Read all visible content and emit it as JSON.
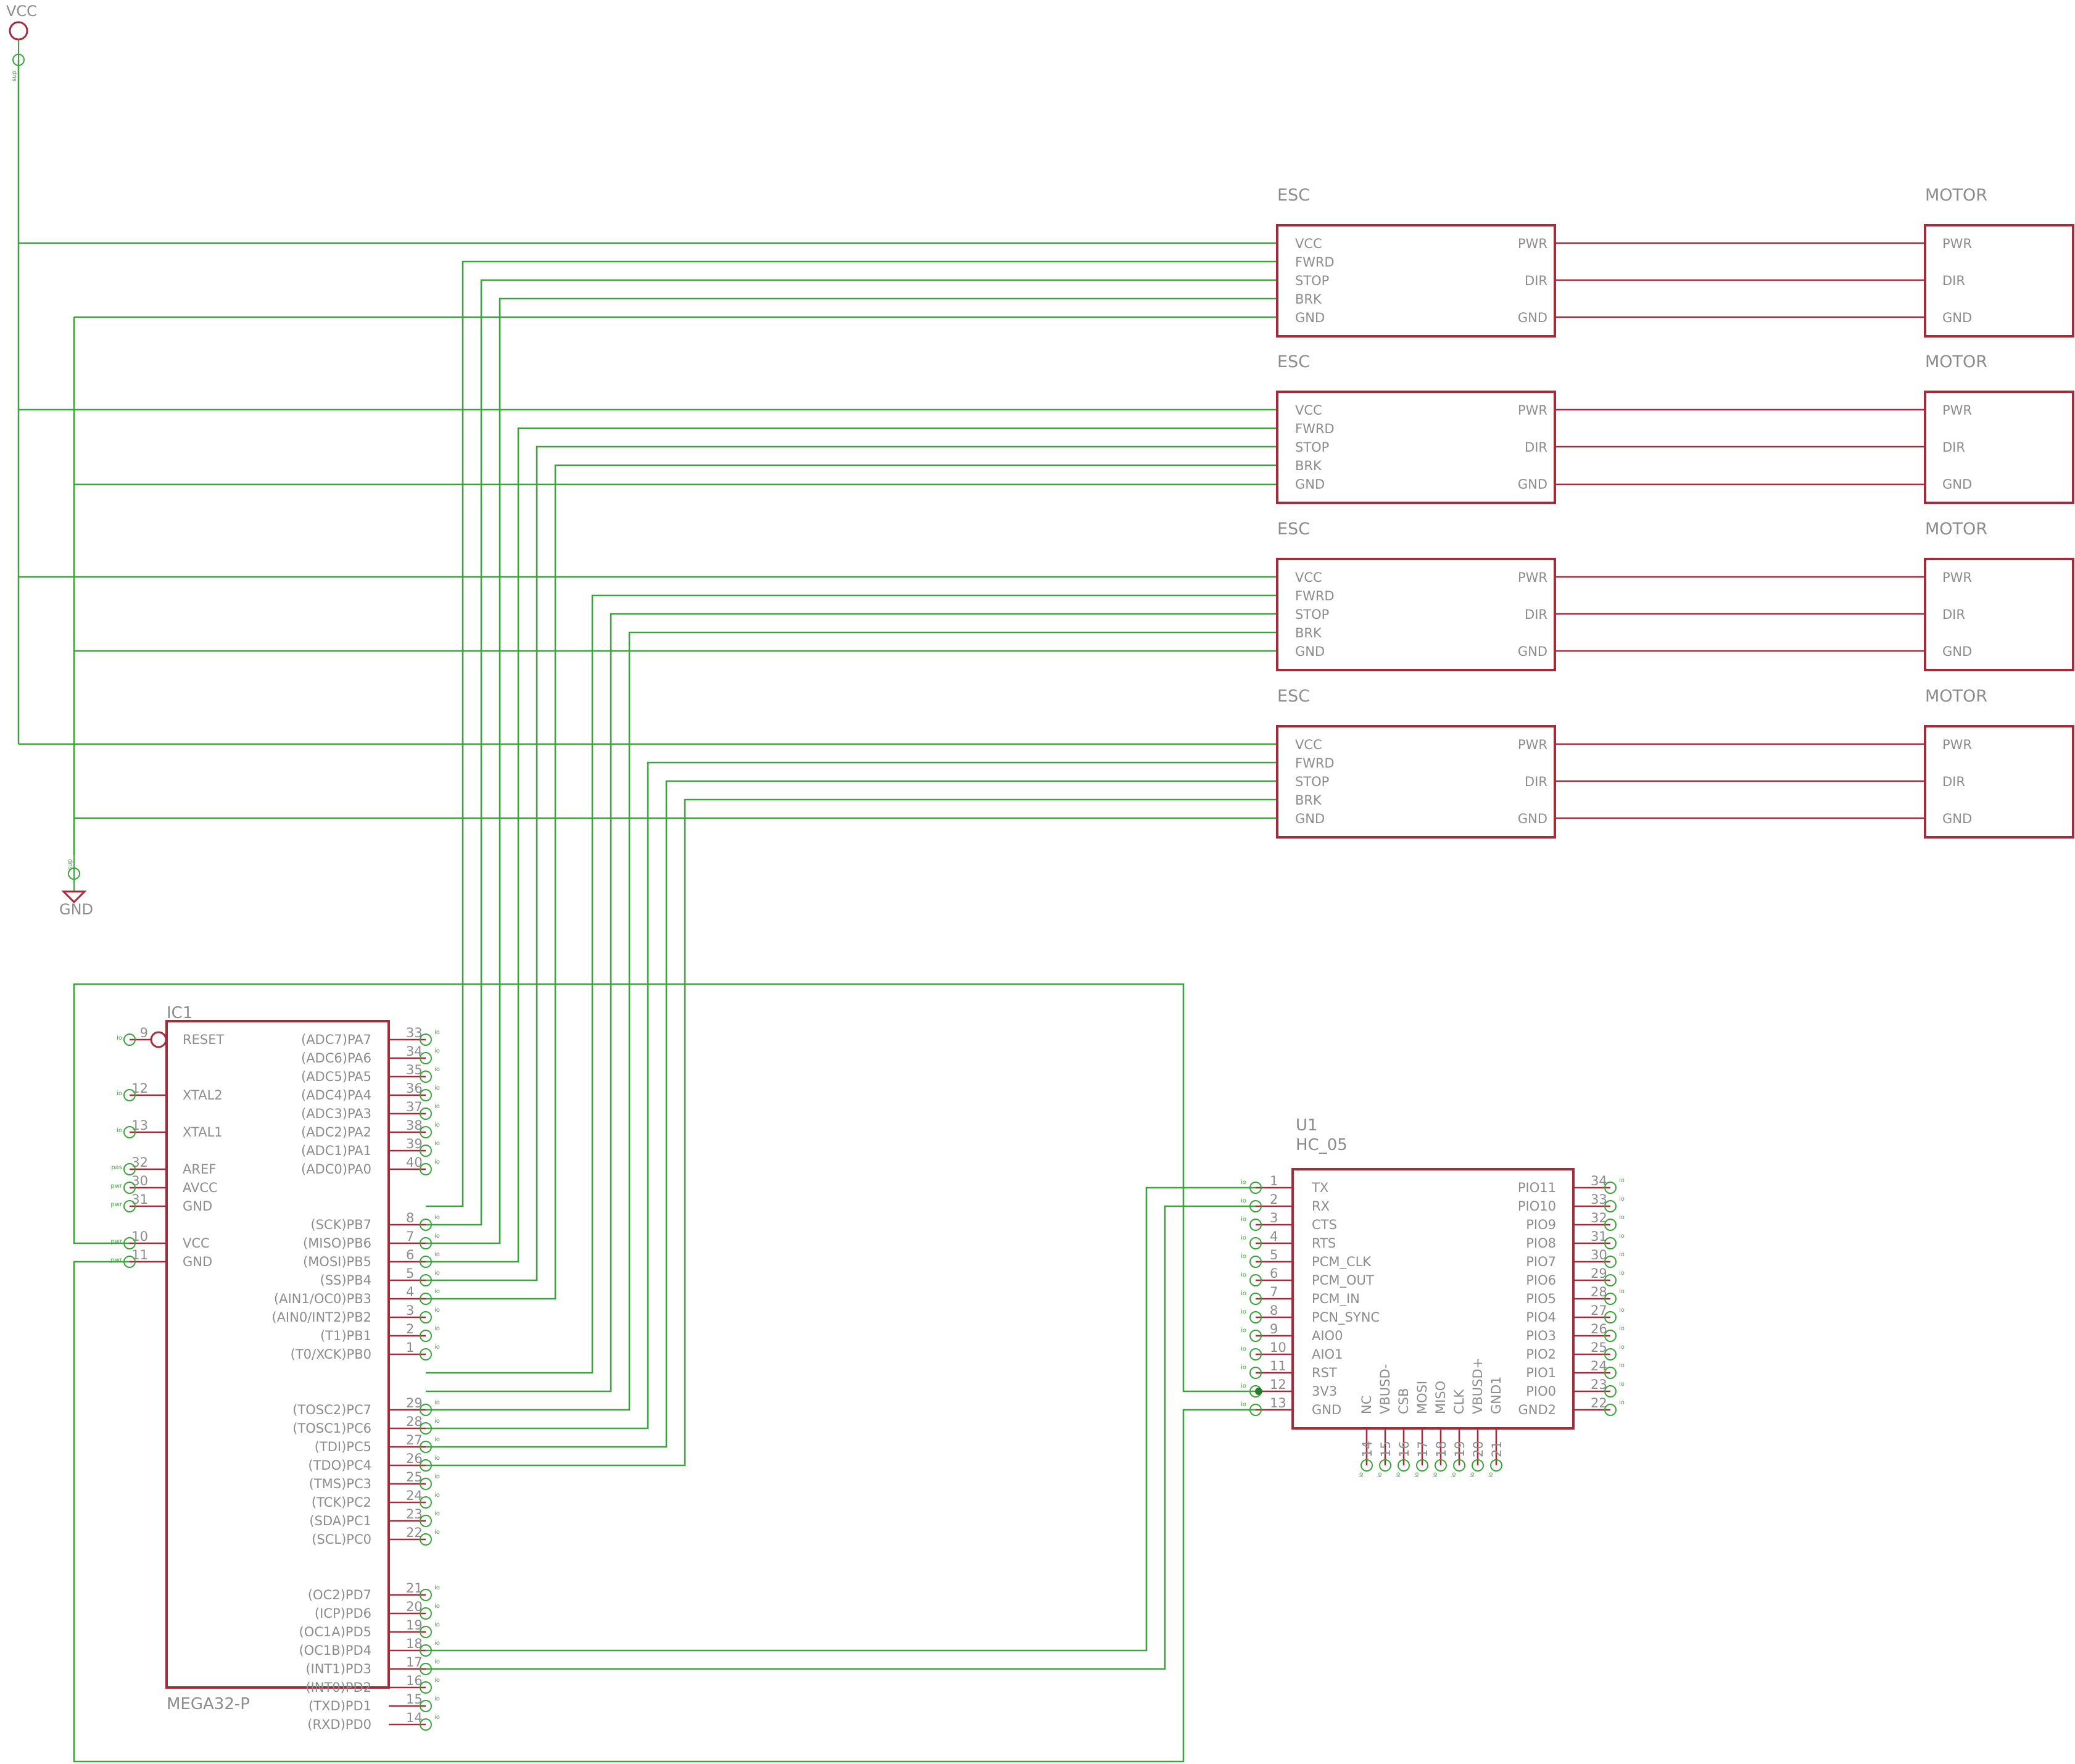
{
  "supply": {
    "vcc": "VCC",
    "gnd": "GND",
    "tag": "sup"
  },
  "esc": {
    "name": "ESC",
    "left_pins": [
      "VCC",
      "FWRD",
      "STOP",
      "BRK",
      "GND"
    ],
    "right_pins": [
      "PWR",
      "DIR",
      "GND"
    ]
  },
  "motor": {
    "name": "MOTOR",
    "pins": [
      "PWR",
      "DIR",
      "GND"
    ]
  },
  "mcu": {
    "ref": "IC1",
    "value": "MEGA32-P",
    "left_pins": [
      {
        "name": "RESET",
        "num": "9",
        "tag": "io"
      },
      {
        "name": "XTAL2",
        "num": "12",
        "tag": "io"
      },
      {
        "name": "XTAL1",
        "num": "13",
        "tag": "io"
      },
      {
        "name": "AREF",
        "num": "32",
        "tag": "pas"
      },
      {
        "name": "AVCC",
        "num": "30",
        "tag": "pwr"
      },
      {
        "name": "GND",
        "num": "31",
        "tag": "pwr"
      },
      {
        "name": "VCC",
        "num": "10",
        "tag": "pwr"
      },
      {
        "name": "GND",
        "num": "11",
        "tag": "pwr"
      }
    ],
    "right_pins": [
      {
        "name": "(ADC7)PA7",
        "num": "33"
      },
      {
        "name": "(ADC6)PA6",
        "num": "34"
      },
      {
        "name": "(ADC5)PA5",
        "num": "35"
      },
      {
        "name": "(ADC4)PA4",
        "num": "36"
      },
      {
        "name": "(ADC3)PA3",
        "num": "37"
      },
      {
        "name": "(ADC2)PA2",
        "num": "38"
      },
      {
        "name": "(ADC1)PA1",
        "num": "39"
      },
      {
        "name": "(ADC0)PA0",
        "num": "40"
      },
      {
        "name": "(SCK)PB7",
        "num": "8"
      },
      {
        "name": "(MISO)PB6",
        "num": "7"
      },
      {
        "name": "(MOSI)PB5",
        "num": "6"
      },
      {
        "name": "(SS)PB4",
        "num": "5"
      },
      {
        "name": "(AIN1/OC0)PB3",
        "num": "4"
      },
      {
        "name": "(AIN0/INT2)PB2",
        "num": "3"
      },
      {
        "name": "(T1)PB1",
        "num": "2"
      },
      {
        "name": "(T0/XCK)PB0",
        "num": "1"
      },
      {
        "name": "(TOSC2)PC7",
        "num": "29"
      },
      {
        "name": "(TOSC1)PC6",
        "num": "28"
      },
      {
        "name": "(TDI)PC5",
        "num": "27"
      },
      {
        "name": "(TDO)PC4",
        "num": "26"
      },
      {
        "name": "(TMS)PC3",
        "num": "25"
      },
      {
        "name": "(TCK)PC2",
        "num": "24"
      },
      {
        "name": "(SDA)PC1",
        "num": "23"
      },
      {
        "name": "(SCL)PC0",
        "num": "22"
      },
      {
        "name": "(OC2)PD7",
        "num": "21"
      },
      {
        "name": "(ICP)PD6",
        "num": "20"
      },
      {
        "name": "(OC1A)PD5",
        "num": "19"
      },
      {
        "name": "(OC1B)PD4",
        "num": "18"
      },
      {
        "name": "(INT1)PD3",
        "num": "17"
      },
      {
        "name": "(INT0)PD2",
        "num": "16"
      },
      {
        "name": "(TXD)PD1",
        "num": "15"
      },
      {
        "name": "(RXD)PD0",
        "num": "14"
      }
    ]
  },
  "bt": {
    "ref": "U1",
    "value": "HC_05",
    "left_pins": [
      {
        "name": "TX",
        "num": "1"
      },
      {
        "name": "RX",
        "num": "2"
      },
      {
        "name": "CTS",
        "num": "3"
      },
      {
        "name": "RTS",
        "num": "4"
      },
      {
        "name": "PCM_CLK",
        "num": "5"
      },
      {
        "name": "PCM_OUT",
        "num": "6"
      },
      {
        "name": "PCM_IN",
        "num": "7"
      },
      {
        "name": "PCN_SYNC",
        "num": "8"
      },
      {
        "name": "AIO0",
        "num": "9"
      },
      {
        "name": "AIO1",
        "num": "10"
      },
      {
        "name": "RST",
        "num": "11"
      },
      {
        "name": "3V3",
        "num": "12"
      },
      {
        "name": "GND",
        "num": "13"
      }
    ],
    "right_pins": [
      {
        "name": "PIO11",
        "num": "34"
      },
      {
        "name": "PIO10",
        "num": "33"
      },
      {
        "name": "PIO9",
        "num": "32"
      },
      {
        "name": "PIO8",
        "num": "31"
      },
      {
        "name": "PIO7",
        "num": "30"
      },
      {
        "name": "PIO6",
        "num": "29"
      },
      {
        "name": "PIO5",
        "num": "28"
      },
      {
        "name": "PIO4",
        "num": "27"
      },
      {
        "name": "PIO3",
        "num": "26"
      },
      {
        "name": "PIO2",
        "num": "25"
      },
      {
        "name": "PIO1",
        "num": "24"
      },
      {
        "name": "PIO0",
        "num": "23"
      },
      {
        "name": "GND2",
        "num": "22"
      }
    ],
    "bottom_pins": [
      {
        "name": "NC",
        "num": "14"
      },
      {
        "name": "VBUSD-",
        "num": "15"
      },
      {
        "name": "CSB",
        "num": "16"
      },
      {
        "name": "MOSI",
        "num": "17"
      },
      {
        "name": "MISO",
        "num": "18"
      },
      {
        "name": "CLK",
        "num": "19"
      },
      {
        "name": "VBUSD+",
        "num": "20"
      },
      {
        "name": "GND1",
        "num": "21"
      }
    ]
  }
}
